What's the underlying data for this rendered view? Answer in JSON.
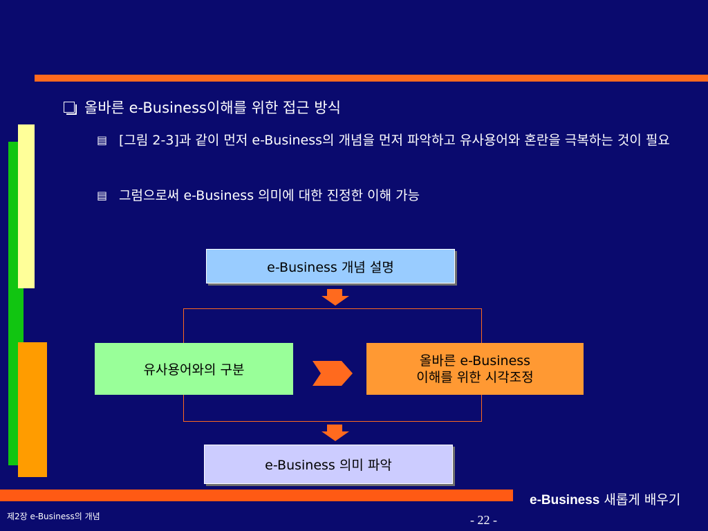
{
  "slide": {
    "heading": "올바른 e-Business이해를 위한 접근 방식",
    "bullets": [
      "[그림 2-3]과 같이 먼저 e-Business의 개념을 먼저 파악하고 유사용어와 혼란을 극복하는 것이 필요",
      "그럼으로써 e-Business 의미에 대한 진정한 이해 가능"
    ]
  },
  "diagram": {
    "box_top": "e-Business 개념 설명",
    "box_left": "유사용어와의 구분",
    "box_right_line1": "올바른 e-Business",
    "box_right_line2": "이해를 위한 시각조정",
    "box_bottom": "e-Business 의미 파악"
  },
  "footer": {
    "chapter": "제2장 e-Business의 개념",
    "brand_en": "e-Business",
    "brand_kr": " 새롭게 배우기",
    "page": "- 22 -"
  },
  "colors": {
    "background": "#0a0a6e",
    "accent_bar": "#ff6a1e"
  },
  "icons": {
    "heading_bullet": "checkbox-icon",
    "sub_bullet": "pages-icon"
  }
}
